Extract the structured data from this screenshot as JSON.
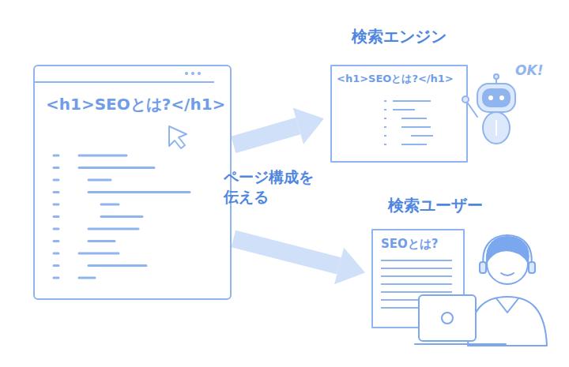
{
  "diagram": {
    "nodes": [
      {
        "text": [
          "<h1>SEOとは?</h1>"
        ]
      },
      {
        "text": [
          "検索エンジン",
          "<h1>SEOとは?</h1>"
        ]
      },
      {
        "text": [
          "検索ユーザー",
          "SEOとは?"
        ]
      }
    ],
    "edges": [
      {
        "from": 0,
        "to": 1,
        "arrow": "to"
      },
      {
        "from": 0,
        "to": 2,
        "arrow": "to"
      }
    ],
    "labels": [
      "ページ構成を 伝える",
      "OK!"
    ]
  }
}
